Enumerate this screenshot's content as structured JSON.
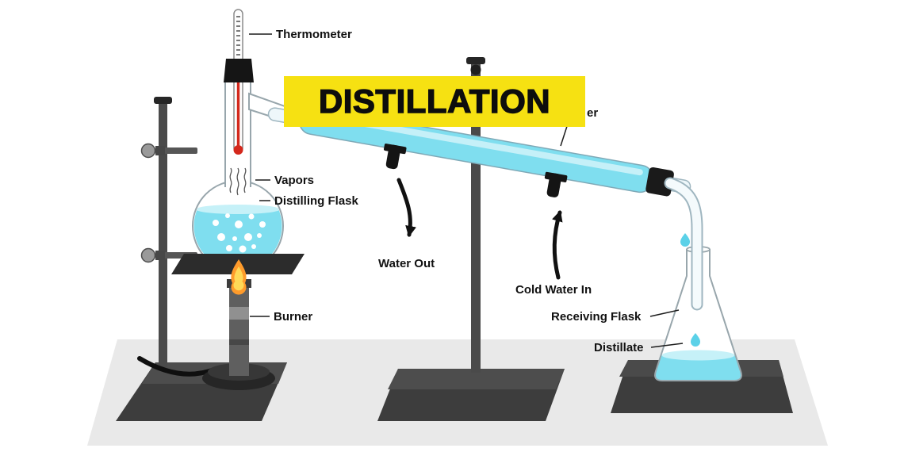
{
  "title": "DISTILLATION",
  "labels": {
    "thermometer": "Thermometer",
    "vapors": "Vapors",
    "distilling_flask": "Distilling Flask",
    "burner": "Burner",
    "water_out": "Water Out",
    "cold_water_in": "Cold Water In",
    "condenser_label_fragment": "er",
    "receiving_flask": "Receiving Flask",
    "distillate": "Distillate"
  },
  "colors": {
    "banner_yellow": "#F6E112",
    "liquid_cyan": "#7FDEEF",
    "liquid_surface": "#C6F1F8",
    "flame_orange": "#FF9B2B",
    "flame_inner": "#FFD957",
    "thermometer_red": "#D4281C",
    "stand_gray": "#3D3D3D",
    "floor_gray": "#E9E9E9"
  }
}
